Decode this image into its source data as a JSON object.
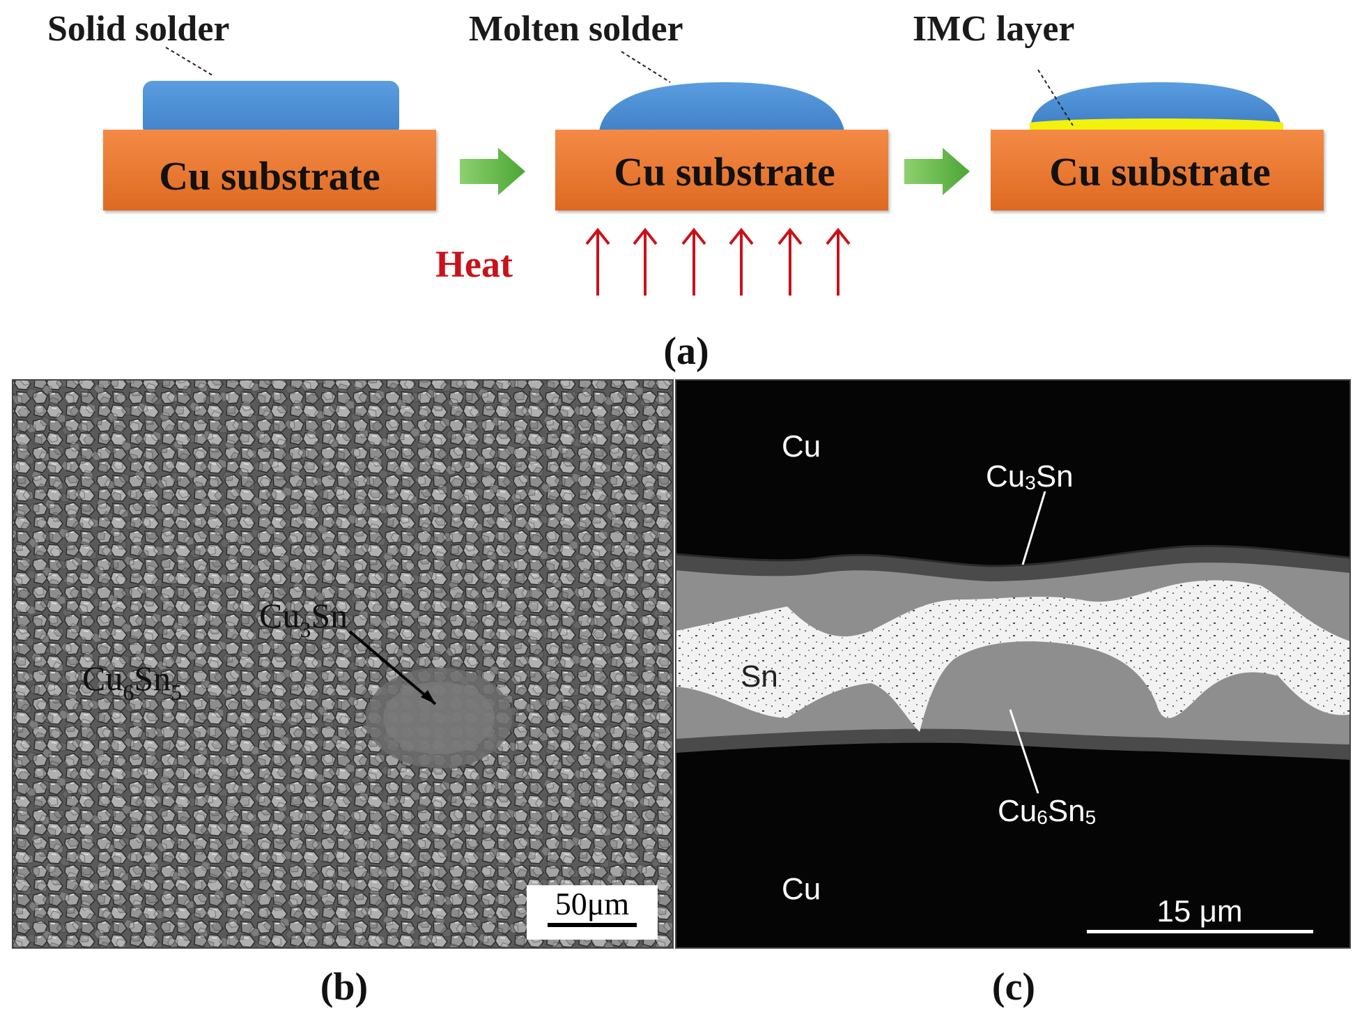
{
  "panel_a": {
    "stage1": {
      "top_label": "Solid solder",
      "substrate": "Cu substrate"
    },
    "stage2": {
      "top_label": "Molten solder",
      "substrate": "Cu substrate",
      "heat_label": "Heat"
    },
    "stage3": {
      "top_label": "IMC layer",
      "substrate": "Cu substrate"
    },
    "caption": "(a)"
  },
  "panel_b": {
    "label_cu3sn_main": "Cu",
    "label_cu3sn_sub": "3",
    "label_cu3sn_tail": "Sn",
    "label_cu6sn5_a": "Cu",
    "label_cu6sn5_b": "6",
    "label_cu6sn5_c": "Sn",
    "label_cu6sn5_d": "5",
    "scale_bar": "50μm",
    "caption": "(b)"
  },
  "panel_c": {
    "cu_top": "Cu",
    "cu_bottom": "Cu",
    "sn": "Sn",
    "cu3sn_a": "Cu",
    "cu3sn_b": "3",
    "cu3sn_c": "Sn",
    "cu6sn5_a": "Cu",
    "cu6sn5_b": "6",
    "cu6sn5_c": "Sn",
    "cu6sn5_d": "5",
    "scale_bar": "15 μm",
    "caption": "(c)"
  },
  "colors": {
    "substrate": "#ee7a33",
    "solder": "#4f92d6",
    "imc": "#f3f20c",
    "arrow_green": "#5db845",
    "heat": "#c8121a"
  }
}
